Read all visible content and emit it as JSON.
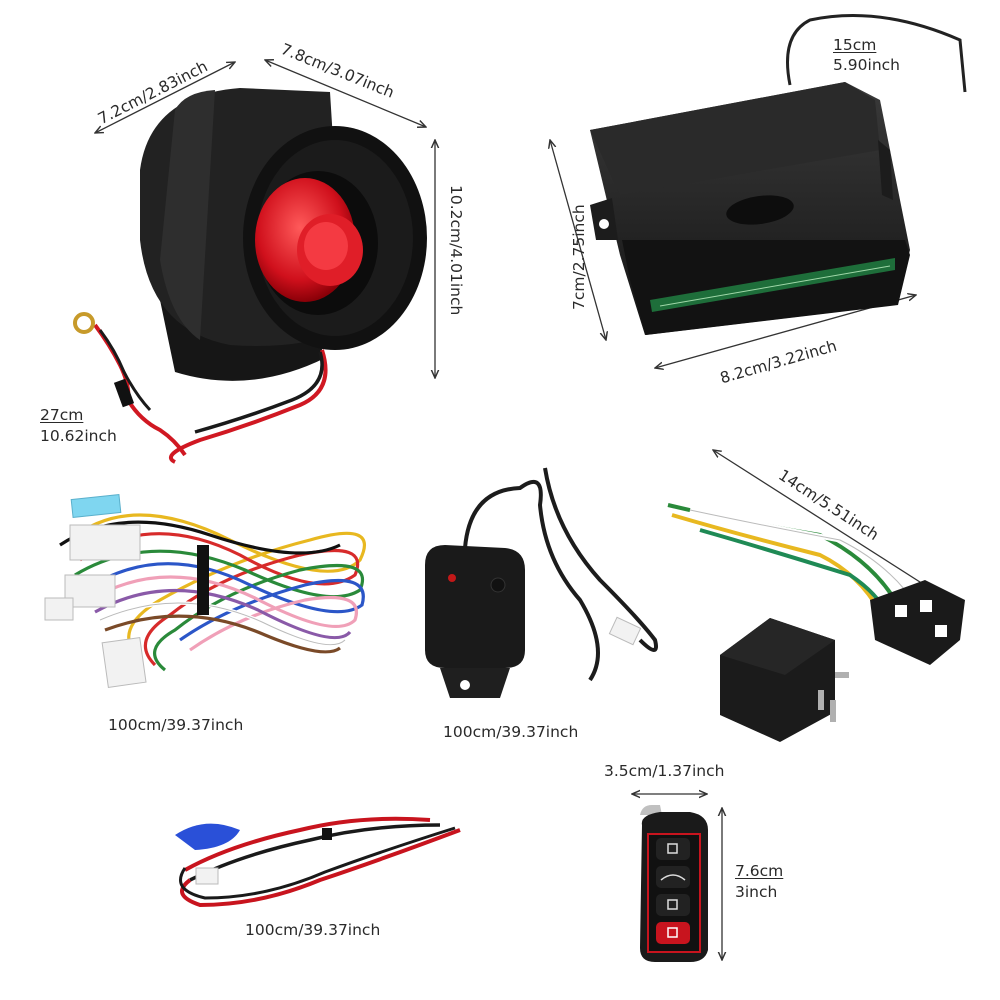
{
  "colors": {
    "background": "#ffffff",
    "housing": "#1c1c1c",
    "accent_red": "#c8141e",
    "label_text": "#2a2a2a"
  },
  "labels": {
    "siren_width": "7.2cm/2.83inch",
    "siren_depth": "7.8cm/3.07inch",
    "siren_height": "10.2cm/4.01inch",
    "siren_wire_metric": "27cm",
    "siren_wire_imperial": "10.62inch",
    "antenna_metric": "15cm",
    "antenna_imperial": "5.90inch",
    "module_height": "7cm/2.75inch",
    "module_width": "8.2cm/3.22inch",
    "harness_length": "100cm/39.37inch",
    "sensor_length": "100cm/39.37inch",
    "relay_wire_length": "14cm/5.51inch",
    "remote_width": "3.5cm/1.37inch",
    "remote_height_metric": "7.6cm",
    "remote_height_imperial": "3inch",
    "led_cable_length": "100cm/39.37inch"
  }
}
